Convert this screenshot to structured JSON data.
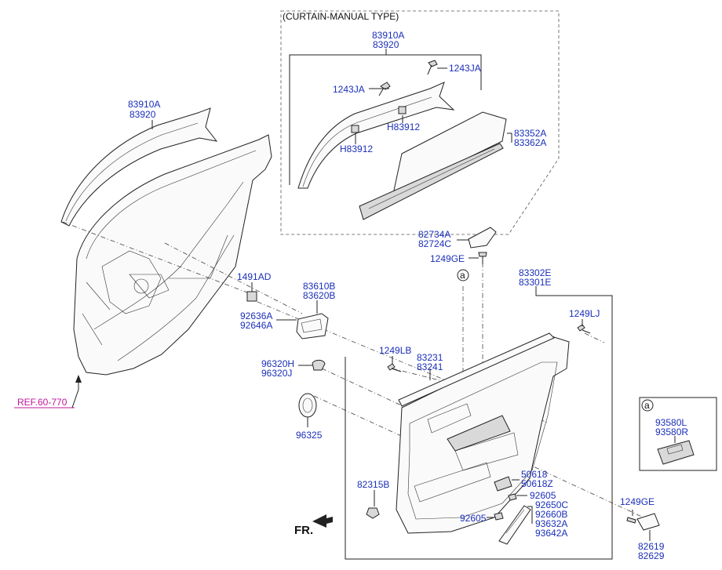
{
  "curtain_box": {
    "title": "(CURTAIN-MANUAL TYPE)"
  },
  "labels": {
    "l83910A_top": "83910A",
    "l83920_top": "83920",
    "l1243JA_a": "1243JA",
    "l1243JA_b": "1243JA",
    "lH83912_a": "H83912",
    "lH83912_b": "H83912",
    "l83352A": "83352A",
    "l83362A": "83362A",
    "l83910A_left": "83910A",
    "l83920_left": "83920",
    "l82734A": "82734A",
    "l82724C": "82724C",
    "l1249GE_top": "1249GE",
    "l83302E": "83302E",
    "l83301E": "83301E",
    "l1491AD": "1491AD",
    "l83610B": "83610B",
    "l83620B": "83620B",
    "l92636A": "92636A",
    "l92646A": "92646A",
    "l1249LJ": "1249LJ",
    "l1249LB": "1249LB",
    "l83231": "83231",
    "l83241": "83241",
    "l96320H": "96320H",
    "l96320J": "96320J",
    "l96325": "96325",
    "l82315B": "82315B",
    "l50618": "50618",
    "l50618Z": "50618Z",
    "l92605_a": "92605",
    "l92605_b": "92605",
    "l92650C": "92650C",
    "l92660B": "92660B",
    "l93632A": "93632A",
    "l93642A": "93642A",
    "l1249GE_bot": "1249GE",
    "l82619": "82619",
    "l82629": "82629",
    "l93580L": "93580L",
    "l93580R": "93580R",
    "ref": "REF.60-770",
    "fr": "FR.",
    "marker_a1": "a",
    "marker_a2": "a"
  }
}
